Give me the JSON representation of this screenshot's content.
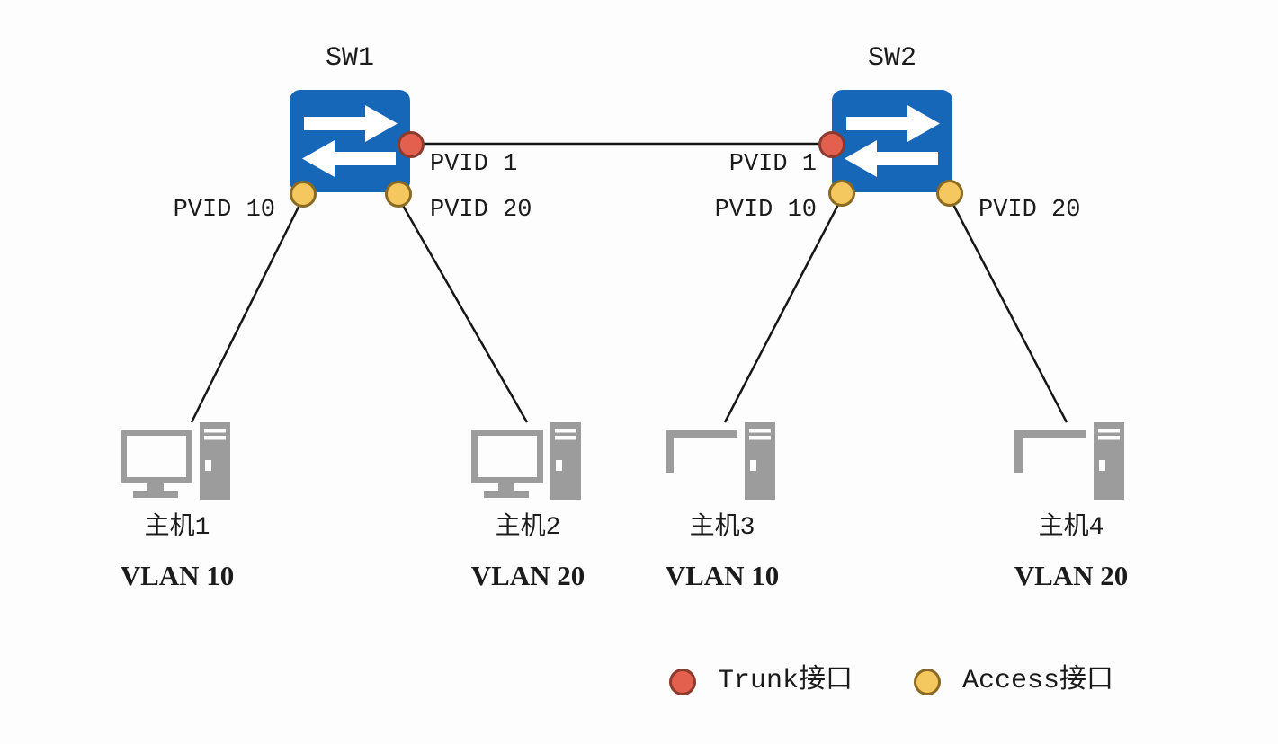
{
  "colors": {
    "switch_blue": "#1667b8",
    "trunk_fill": "#e4604e",
    "trunk_stroke": "#8d3a2e",
    "access_fill": "#f4c75f",
    "access_stroke": "#8a6a22",
    "host_gray": "#9c9c9c",
    "link_line": "#161616",
    "background": "#fdfdfd"
  },
  "switches": [
    {
      "label": "SW1",
      "trunk_label": "PVID 1",
      "access_left_label": "PVID 10",
      "access_right_label": "PVID 20"
    },
    {
      "label": "SW2",
      "trunk_label": "PVID 1",
      "access_left_label": "PVID 10",
      "access_right_label": "PVID 20"
    }
  ],
  "hosts": [
    {
      "name": "主机1",
      "vlan": "VLAN 10"
    },
    {
      "name": "主机2",
      "vlan": "VLAN 20"
    },
    {
      "name": "主机3",
      "vlan": "VLAN 10"
    },
    {
      "name": "主机4",
      "vlan": "VLAN 20"
    }
  ],
  "legend": [
    {
      "icon": "trunk-port-icon",
      "label": "Trunk接口"
    },
    {
      "icon": "access-port-icon",
      "label": "Access接口"
    }
  ]
}
